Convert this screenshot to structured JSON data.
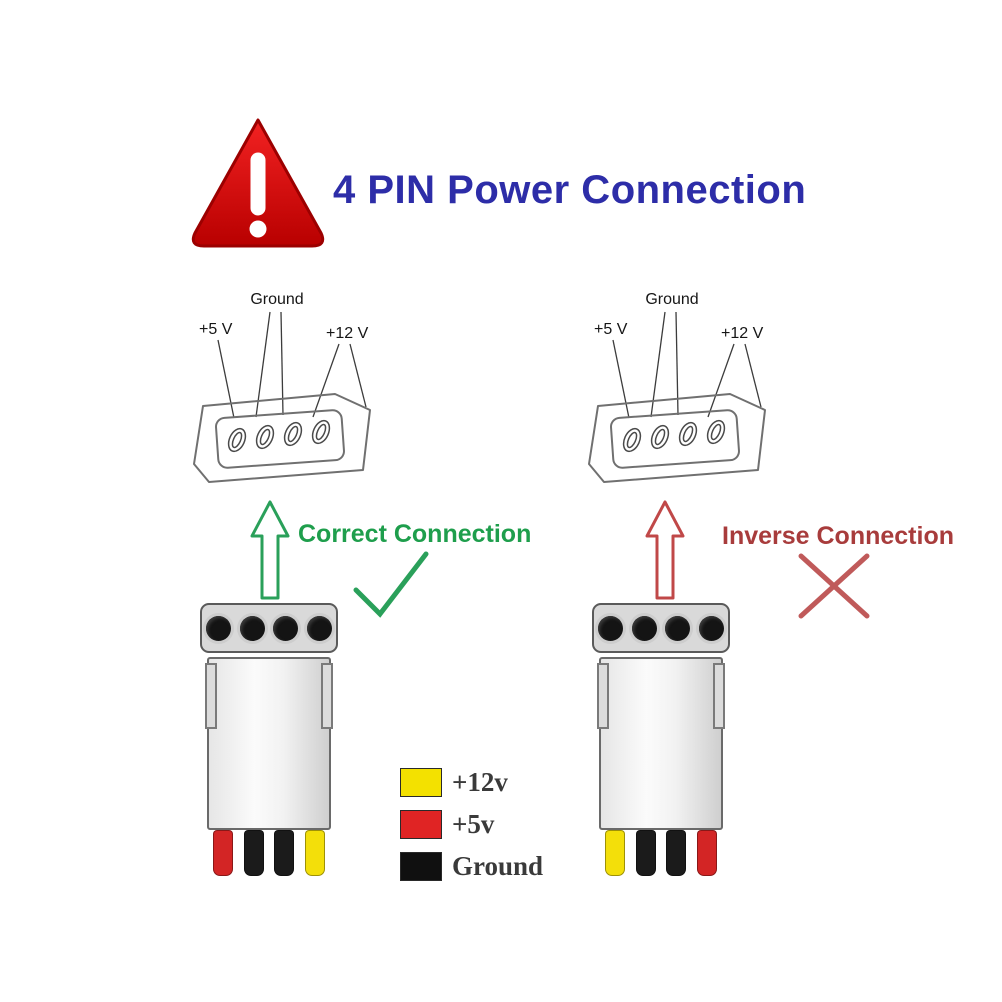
{
  "title": "4 PIN Power Connection",
  "warning": {
    "symbol": "!"
  },
  "colors": {
    "title": "#2d2da8",
    "warning_fill": "#dd0b0b",
    "warning_edge": "#a30000",
    "correct": "#1e9e4c",
    "check": "#2aa05a",
    "inverse": "#a83c3c",
    "cross": "#c05a5a",
    "arrow_correct": "#2aa05a",
    "arrow_inverse": "#c04848"
  },
  "sockets": {
    "left": {
      "ground": "Ground",
      "plus5": "+5 V",
      "plus12": "+12 V"
    },
    "right": {
      "ground": "Ground",
      "plus5": "+5 V",
      "plus12": "+12 V"
    }
  },
  "connections": {
    "correct": {
      "label": "Correct Connection"
    },
    "inverse": {
      "label": "Inverse Connection"
    }
  },
  "connectors": {
    "left": {
      "wires": [
        "#d32525",
        "#1b1b1b",
        "#1b1b1b",
        "#f3df0a"
      ]
    },
    "right": {
      "wires": [
        "#f3df0a",
        "#1b1b1b",
        "#1b1b1b",
        "#d32525"
      ]
    }
  },
  "legend": {
    "items": [
      {
        "color": "#f3e100",
        "label": "+12v"
      },
      {
        "color": "#e02424",
        "label": "+5v"
      },
      {
        "color": "#101010",
        "label": "Ground"
      }
    ]
  }
}
